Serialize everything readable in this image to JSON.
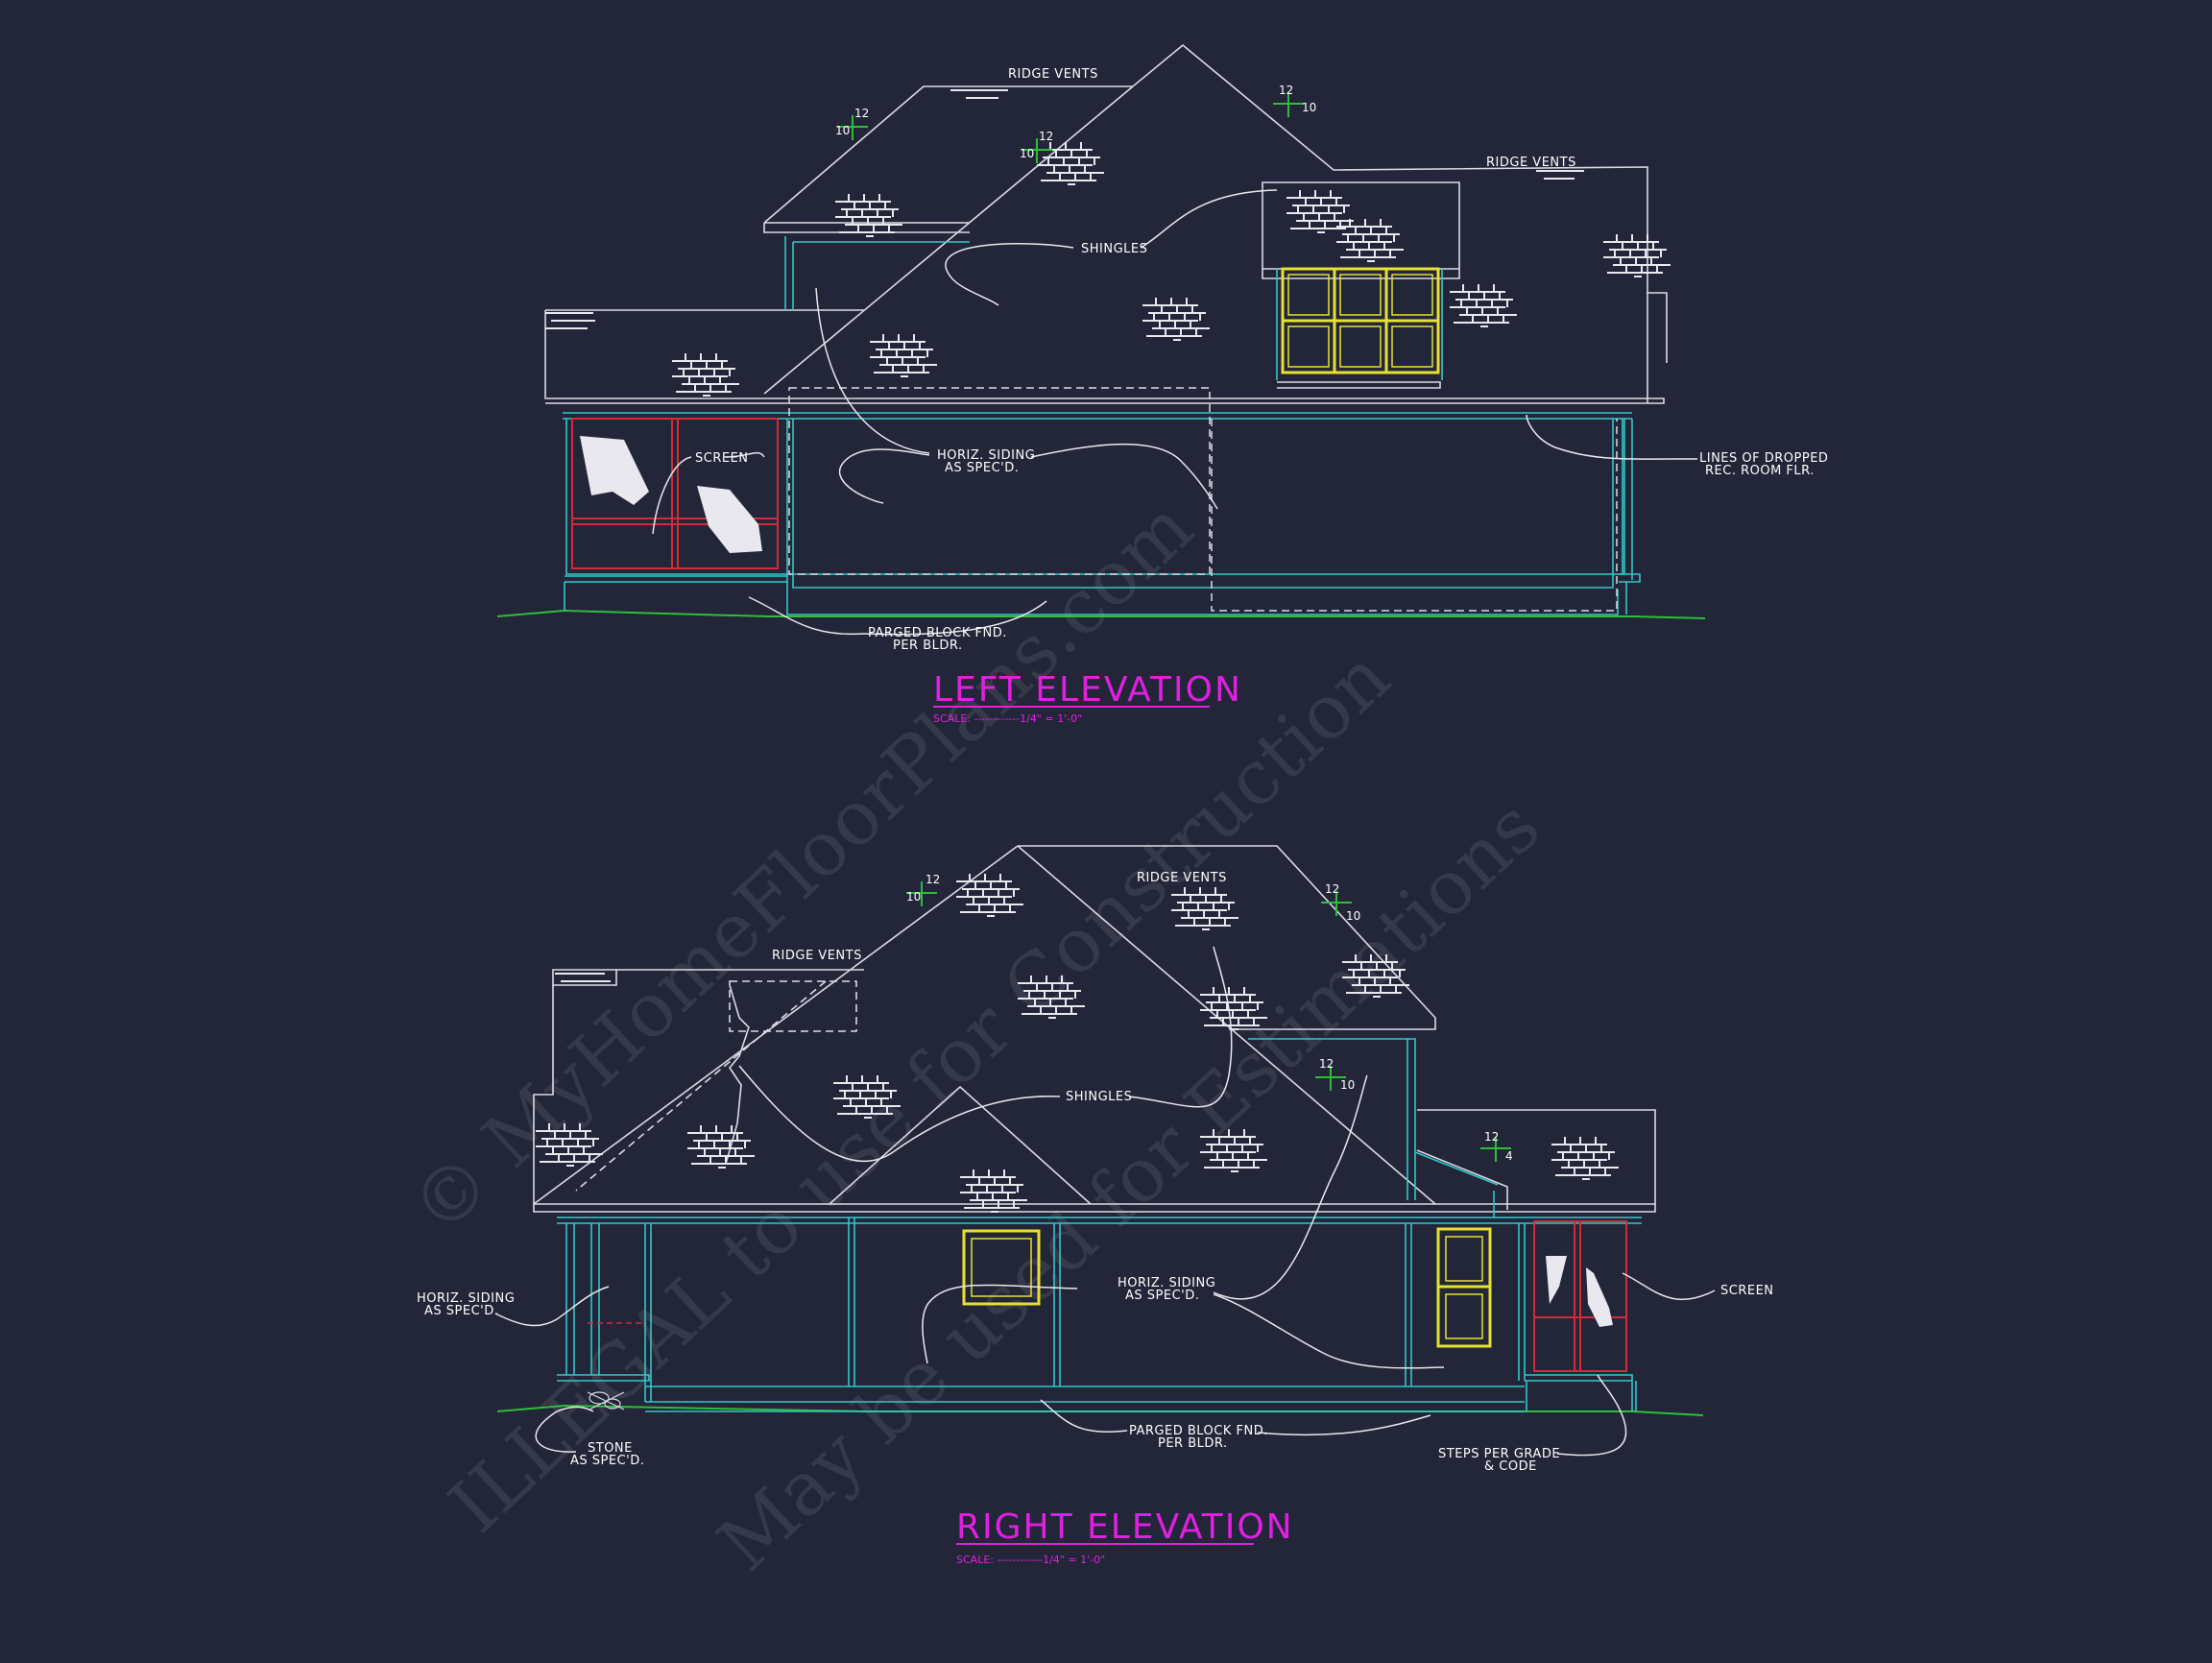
{
  "colors": {
    "background": "#222638",
    "roof_line": "#d9dbe4",
    "wall_line": "#31c7c9",
    "window_yellow": "#e8e032",
    "window_red": "#d22b39",
    "title_magenta": "#e020e0",
    "grade_green": "#2fbe3a"
  },
  "watermark": {
    "line1": "© MyHomeFloorPlans.com",
    "line2": "ILLEGAL to use for Construction",
    "line3": "May be used for Estimations"
  },
  "left_elevation": {
    "title": "LEFT ELEVATION",
    "scale": "SCALE: ------------1/4\" = 1'-0\"",
    "notes": {
      "ridge_vents_1": "RIDGE VENTS",
      "ridge_vents_2": "RIDGE VENTS",
      "shingles": "SHINGLES",
      "screen": "SCREEN",
      "siding_1": "HORIZ. SIDING",
      "siding_2": "AS SPEC'D.",
      "dropped_1": "LINES OF DROPPED",
      "dropped_2": "REC. ROOM FLR.",
      "parged_1": "PARGED BLOCK FND.",
      "parged_2": "PER BLDR."
    },
    "slopes": [
      {
        "rise": "12",
        "run": "10"
      },
      {
        "rise": "12",
        "run": "10"
      },
      {
        "rise": "12",
        "run": "10"
      }
    ]
  },
  "right_elevation": {
    "title": "RIGHT ELEVATION",
    "scale": "SCALE: ------------1/4\" = 1'-0\"",
    "notes": {
      "ridge_vents_1": "RIDGE VENTS",
      "ridge_vents_2": "RIDGE VENTS",
      "shingles": "SHINGLES",
      "siding_left_1": "HORIZ. SIDING",
      "siding_left_2": "AS SPEC'D.",
      "siding_center_1": "HORIZ. SIDING",
      "siding_center_2": "AS SPEC'D.",
      "screen": "SCREEN",
      "stone_1": "STONE",
      "stone_2": "AS SPEC'D.",
      "parged_1": "PARGED BLOCK FND.",
      "parged_2": "PER BLDR.",
      "steps_1": "STEPS PER GRADE",
      "steps_2": "& CODE"
    },
    "slopes": [
      {
        "rise": "12",
        "run": "10"
      },
      {
        "rise": "12",
        "run": "10"
      },
      {
        "rise": "12",
        "run": "10"
      },
      {
        "rise": "12",
        "run": "4"
      }
    ]
  }
}
